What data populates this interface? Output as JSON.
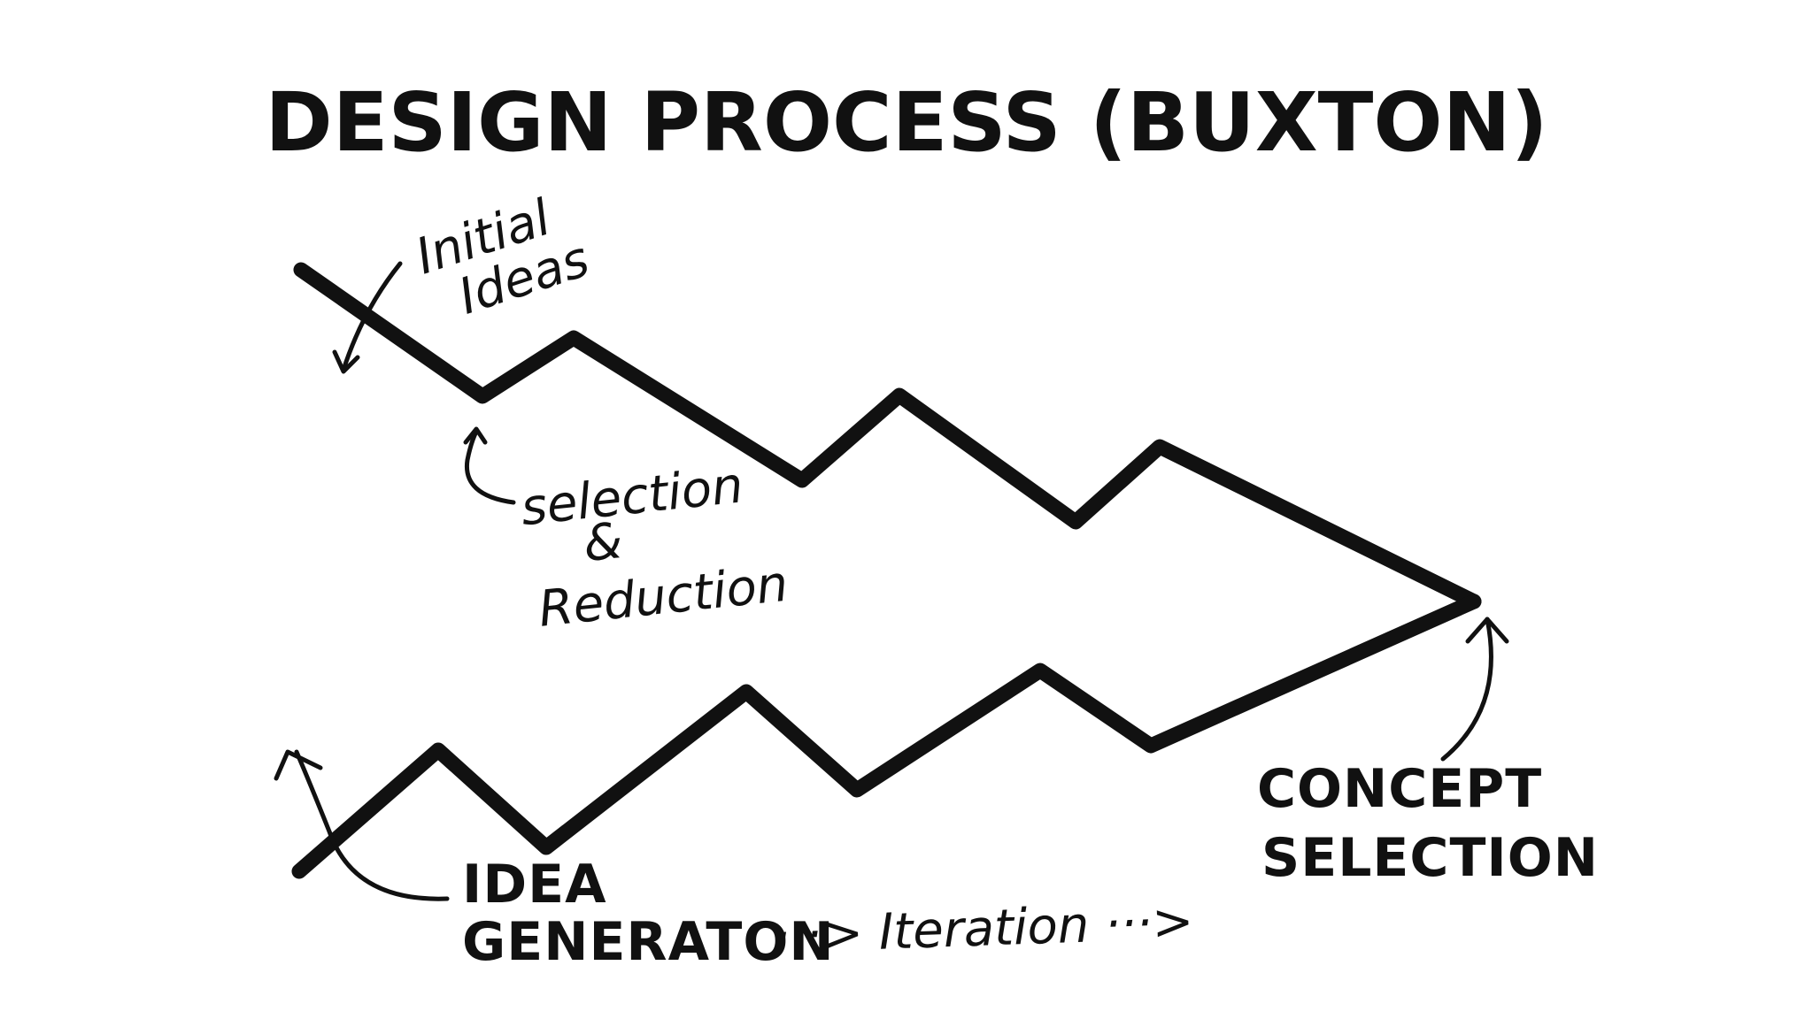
{
  "title": "DESIGN PROCESS (BUXTON)",
  "labels": {
    "initial_ideas": [
      "Initial",
      "Ideas"
    ],
    "selection_reduction": [
      "selection",
      "&",
      "Reduction"
    ],
    "idea_generation": [
      "IDEA",
      "GENERATON"
    ],
    "iteration": "···> Iteration ···>",
    "concept_selection": [
      "CONCEPT",
      "SELECTION"
    ]
  }
}
